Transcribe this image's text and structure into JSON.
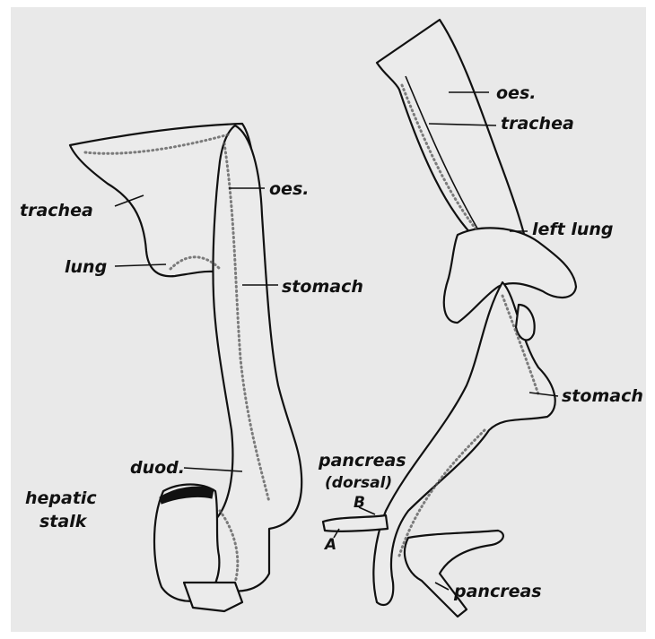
{
  "left_labels": {
    "oes": "oes.",
    "trachea": "trachea",
    "lung": "lung",
    "stomach": "stomach",
    "duod": "duod.",
    "hepatic_1": "hepatic",
    "hepatic_2": "stalk",
    "pancreas_dorsal_1": "pancreas",
    "pancreas_dorsal_2": "(dorsal)"
  },
  "right_labels": {
    "oes": "oes.",
    "trachea": "trachea",
    "left_lung": "left lung",
    "stomach": "stomach",
    "pancreas": "pancreas",
    "B": "B",
    "A": "A"
  },
  "colors": {
    "background": "#e9e9e9",
    "frame": "#ffffff",
    "ink": "#111111"
  }
}
